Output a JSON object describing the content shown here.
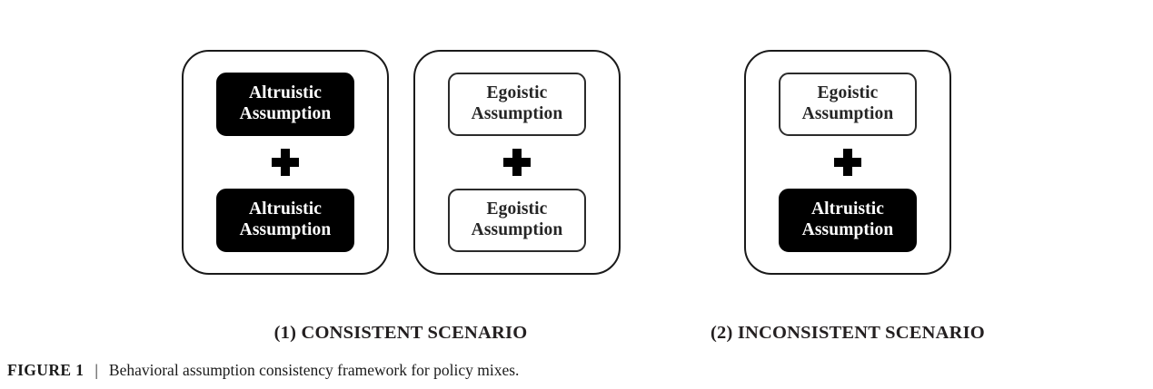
{
  "figure": {
    "caption_number": "FIGURE 1",
    "caption_separator": "|",
    "caption_text": "Behavioral assumption consistency framework for policy mixes.",
    "colors": {
      "filled_background": "#000000",
      "filled_text": "#ffffff",
      "outlined_background": "#ffffff",
      "outlined_border": "#2b2b2b",
      "outlined_text": "#262626",
      "panel_border": "#1a1a1a",
      "page_background": "#ffffff"
    },
    "scenarios": [
      {
        "label": "(1) CONSISTENT SCENARIO",
        "panels": [
          {
            "boxes": [
              {
                "line1": "Altruistic",
                "line2": "Assumption",
                "style": "filled"
              },
              {
                "line1": "Altruistic",
                "line2": "Assumption",
                "style": "filled"
              }
            ],
            "operator": "plus"
          },
          {
            "boxes": [
              {
                "line1": "Egoistic",
                "line2": "Assumption",
                "style": "outlined"
              },
              {
                "line1": "Egoistic",
                "line2": "Assumption",
                "style": "outlined"
              }
            ],
            "operator": "plus"
          }
        ]
      },
      {
        "label": "(2) INCONSISTENT SCENARIO",
        "panels": [
          {
            "boxes": [
              {
                "line1": "Egoistic",
                "line2": "Assumption",
                "style": "outlined"
              },
              {
                "line1": "Altruistic",
                "line2": "Assumption",
                "style": "filled"
              }
            ],
            "operator": "plus"
          }
        ]
      }
    ]
  }
}
